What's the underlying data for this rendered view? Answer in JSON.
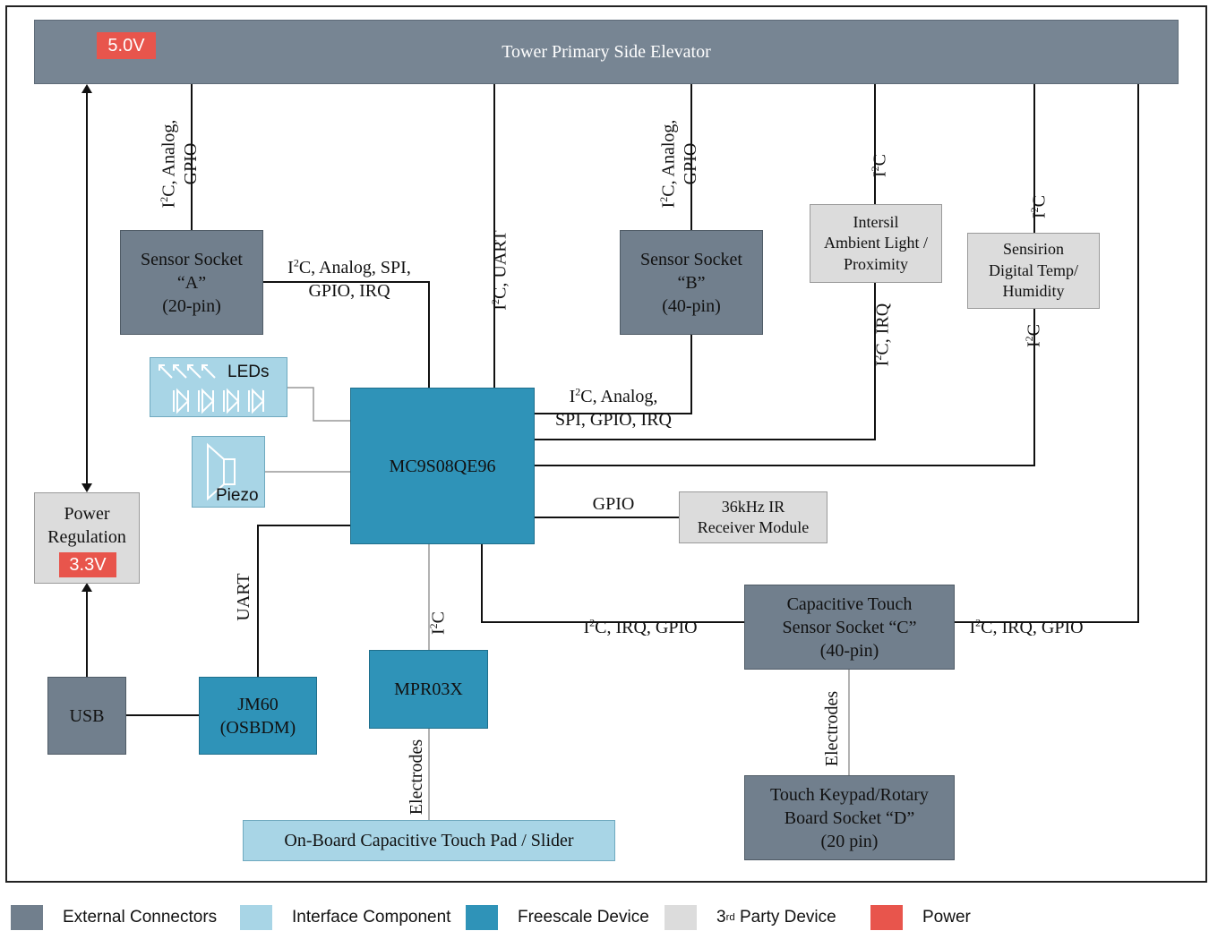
{
  "tower": {
    "label": "Tower Primary Side Elevator",
    "power_badge": "5.0V"
  },
  "blocks": {
    "sensor_a": "Sensor Socket\n“A”\n(20-pin)",
    "sensor_b": "Sensor Socket\n“B”\n(40-pin)",
    "intersil": "Intersil\nAmbient Light /\nProximity",
    "sensirion": "Sensirion\nDigital Temp/\nHumidity",
    "mcu": "MC9S08QE96",
    "ir": "36kHz IR\nReceiver Module",
    "cap_touch_c": "Capacitive Touch\nSensor Socket “C”\n(40-pin)",
    "keypad_d": "Touch Keypad/Rotary\nBoard Socket “D”\n(20 pin)",
    "mpr03x": "MPR03X",
    "touch_pad": "On-Board Capacitive Touch Pad / Slider",
    "jm60": "JM60\n(OSBDM)",
    "usb": "USB",
    "power_reg": "Power\nRegulation",
    "power_reg_badge": "3.3V",
    "leds": "LEDs",
    "piezo": "Piezo"
  },
  "labels": {
    "a_to_tower_1": "I",
    "a_to_tower_2": "C, Analog,",
    "a_to_tower_3": "GPIO",
    "a_to_mcu_1": "I",
    "a_to_mcu_2": "C, Analog, SPI,",
    "a_to_mcu_3": "GPIO, IRQ",
    "mcu_to_tower_1": "I",
    "mcu_to_tower_2": "C, UART",
    "b_to_tower_1": "I",
    "b_to_tower_2": "C, Analog,",
    "b_to_tower_3": "GPIO",
    "b_to_mcu_1": "I",
    "b_to_mcu_2": "C, Analog,",
    "b_to_mcu_3": "SPI, GPIO, IRQ",
    "intersil_tower_1": "I",
    "intersil_tower_2": "C",
    "intersil_mcu_1": "I",
    "intersil_mcu_2": "C, IRQ",
    "sensirion_tower_1": "I",
    "sensirion_tower_2": "C",
    "sensirion_mcu_1": "I",
    "sensirion_mcu_2": "C",
    "ir_gpio": "GPIO",
    "mcu_c_1": "I",
    "mcu_c_2": "C, IRQ, GPIO",
    "c_tower_1": "I",
    "c_tower_2": "C, IRQ, GPIO",
    "uart": "UART",
    "mpr_i2c_1": "I",
    "mpr_i2c_2": "C",
    "mpr_electrodes": "Electrodes",
    "cd_electrodes": "Electrodes",
    "sup2": "2"
  },
  "legend": [
    {
      "label": "External Connectors",
      "color": "#717f8d"
    },
    {
      "label": "Interface Component",
      "color": "#a8d5e6"
    },
    {
      "label": "Freescale Device",
      "color": "#2f93b8"
    },
    {
      "label": "3",
      "label_sup": "rd",
      "label_rest": " Party Device",
      "color": "#dcdcdc"
    },
    {
      "label": "Power",
      "color": "#e8554c"
    }
  ]
}
